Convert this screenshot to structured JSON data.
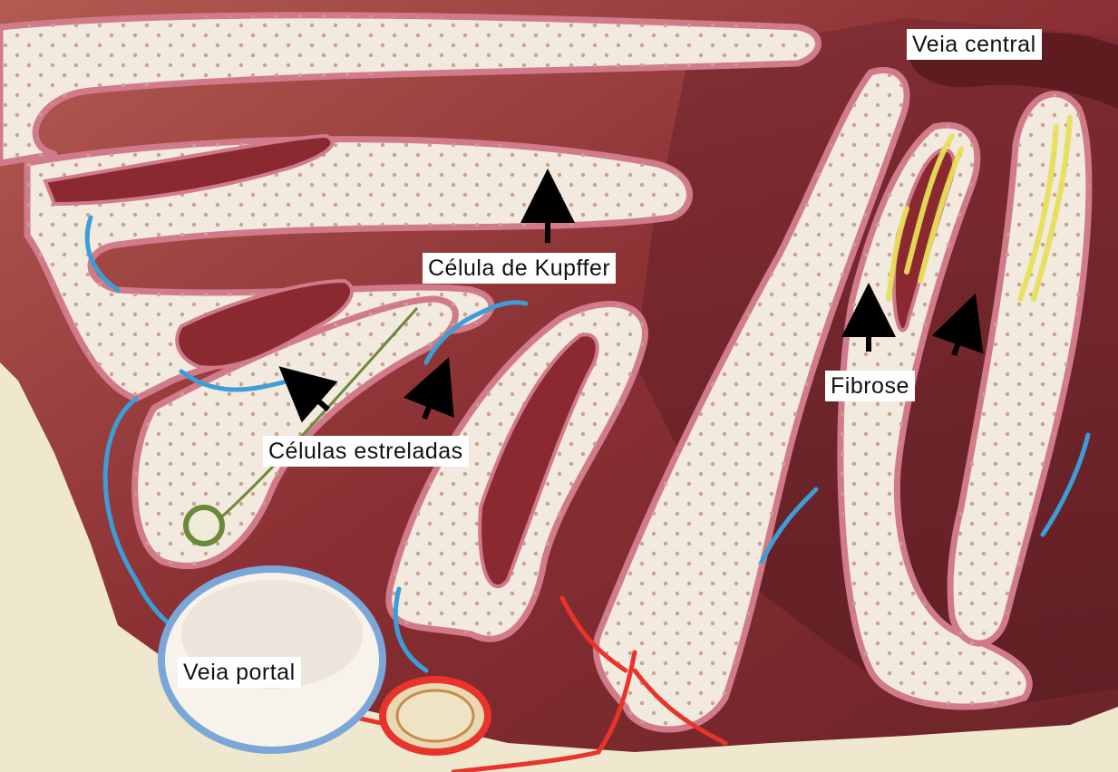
{
  "labels": {
    "central_vein": "Veia central",
    "kupffer": "Célula de Kupffer",
    "fibrosis": "Fibrose",
    "stellate": "Células estreladas",
    "portal_vein": "Veia portal"
  },
  "colors": {
    "background": "#efe8cf",
    "parenchyma_dark": "#8c3a3a",
    "parenchyma_mid": "#b65a58",
    "sinusoid_wall": "#d07a8a",
    "hepatocyte_plate": "#f2e9df",
    "hepatocyte_dots": "#c9a290",
    "stellate_blue": "#3c9ed8",
    "fibrosis_yellow": "#e7e05a",
    "artery_red": "#e8342a",
    "vessel_outline": "#6f9fd6",
    "bile_duct_green": "#6a8a3a",
    "arrow": "#000000"
  }
}
